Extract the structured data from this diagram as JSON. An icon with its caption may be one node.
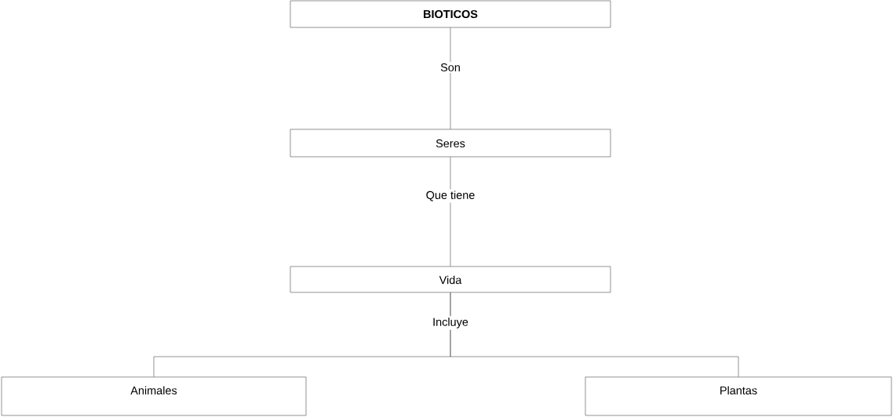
{
  "diagram": {
    "nodes": [
      {
        "text": [
          "BIOTICOS"
        ]
      },
      {
        "text": [
          "Seres"
        ]
      },
      {
        "text": [
          "Vida"
        ]
      },
      {
        "text": [
          "Animales"
        ]
      },
      {
        "text": [
          "Plantas"
        ]
      }
    ],
    "edges": [
      {
        "from": 0,
        "to": 1,
        "arrow": "none",
        "label": "Son"
      },
      {
        "from": 1,
        "to": 2,
        "arrow": "none",
        "label": "Que tiene"
      },
      {
        "from": 2,
        "to": 3,
        "arrow": "none",
        "label": "Incluye"
      },
      {
        "from": 2,
        "to": 4,
        "arrow": "none"
      }
    ]
  }
}
